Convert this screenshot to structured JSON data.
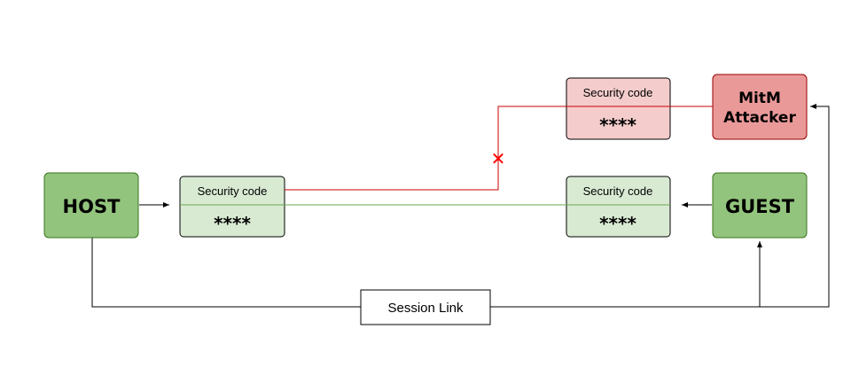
{
  "nodes": {
    "host": {
      "label": "HOST",
      "fill": "#93c47d",
      "stroke": "#38761d"
    },
    "guest": {
      "label": "GUEST",
      "fill": "#93c47d",
      "stroke": "#38761d"
    },
    "attacker": {
      "line1": "MitM",
      "line2": "Attacker",
      "fill": "#ea9999",
      "stroke": "#990000"
    },
    "host_code": {
      "title": "Security code",
      "value": "****",
      "fill": "#d9ead3"
    },
    "guest_code": {
      "title": "Security code",
      "value": "****",
      "fill": "#d9ead3"
    },
    "attacker_code": {
      "title": "Security code",
      "value": "****",
      "fill": "#f4cccc"
    },
    "session_link": {
      "label": "Session Link"
    }
  },
  "colors": {
    "attack_path": "#cc0000",
    "valid_path": "#6aa84f",
    "connector": "#000000",
    "blocked_marker": "#ff0000"
  },
  "markers": {
    "blocked": "✕"
  }
}
